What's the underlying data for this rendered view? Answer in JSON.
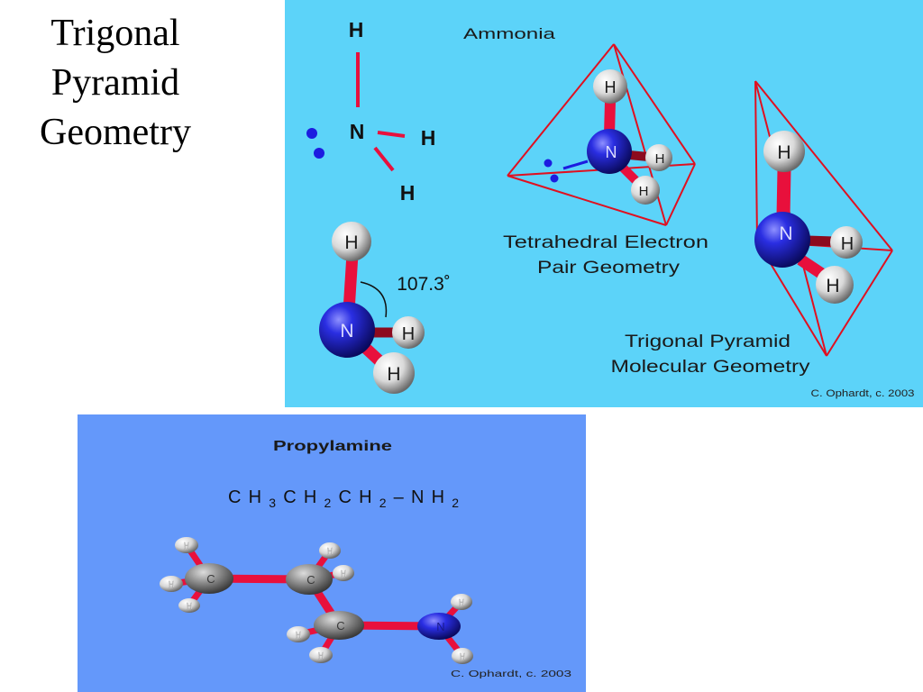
{
  "slide": {
    "title_lines": [
      "Trigonal",
      "Pyramid",
      "Geometry"
    ]
  },
  "ammonia_panel": {
    "heading": "Ammonia",
    "lewis_structure": {
      "top_h": "H",
      "center_n": "N",
      "right_h": "H",
      "bottom_h": "H"
    },
    "ball_and_stick": {
      "top_h": "H",
      "center_n": "N",
      "right_h": "H",
      "bottom_h": "H",
      "bond_angle": "107.3˚"
    },
    "tetrahedral_model": {
      "top_h": "H",
      "center_n": "N",
      "right_h": "H",
      "bottom_h": "H",
      "caption_lines": [
        "Tetrahedral Electron",
        "Pair Geometry"
      ]
    },
    "trigonal_pyramid_model": {
      "top_h": "H",
      "center_n": "N",
      "right_h": "H",
      "bottom_h": "H",
      "caption_lines": [
        "Trigonal Pyramid",
        "Molecular Geometry"
      ]
    },
    "credit": "C. Ophardt, c. 2003"
  },
  "propylamine_panel": {
    "heading": "Propylamine",
    "formula": [
      {
        "main": "CH",
        "sub": "3"
      },
      {
        "main": "CH",
        "sub": "2"
      },
      {
        "main": "CH",
        "sub": "2"
      },
      {
        "main": "–NH",
        "sub": "2"
      }
    ],
    "carbon_labels": [
      "C",
      "C",
      "C"
    ],
    "nitrogen_label": "N",
    "hydrogen_labels": [
      "H",
      "H",
      "H",
      "H",
      "H",
      "H",
      "H",
      "H",
      "H"
    ],
    "credit": "C. Ophardt, c. 2003"
  },
  "colors": {
    "ammonia_background": "#5cd3f9",
    "propylamine_background": "#6498fa",
    "bond": "#e8103c",
    "geometry_outline": "#e01020",
    "lone_pair": "#1c1ce0",
    "nitrogen": "#1c20d8",
    "hydrogen": "#f2f2f2",
    "carbon": "#8a8a8a"
  }
}
